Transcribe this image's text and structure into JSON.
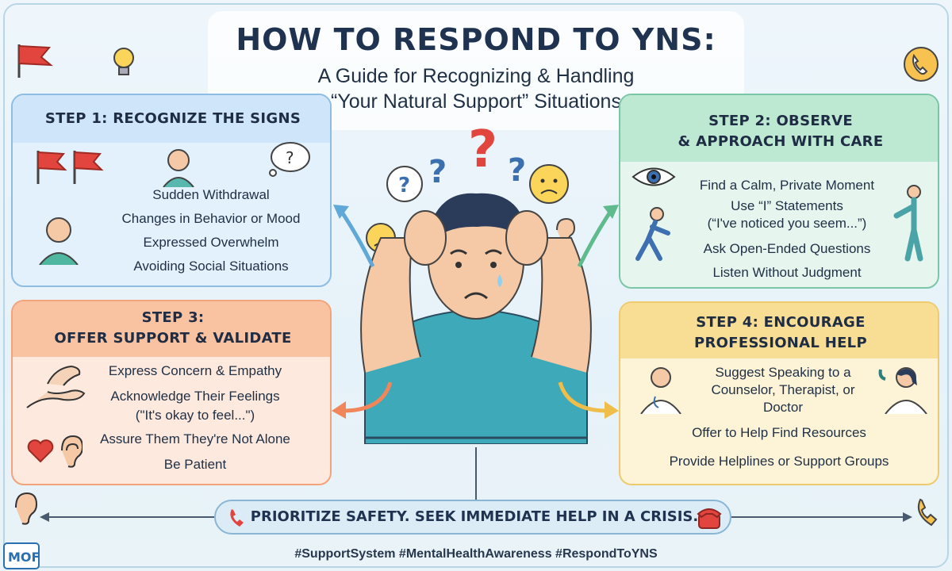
{
  "header": {
    "title": "HOW TO RESPOND TO YNS:",
    "subtitle_line1": "A Guide for Recognizing & Handling",
    "subtitle_line2": "“Your Natural Support” Situations"
  },
  "steps": [
    {
      "heading": "STEP 1: RECOGNIZE THE SIGNS",
      "items": [
        "Sudden Withdrawal",
        "Changes in Behavior or Mood",
        "Expressed Overwhelm",
        "Avoiding Social Situations"
      ]
    },
    {
      "heading_line1": "STEP 2: OBSERVE",
      "heading_line2": "& APPROACH WITH CARE",
      "items": [
        "Find a Calm, Private Moment",
        "Use “I” Statements",
        "(“I've noticed you seem...”)",
        "Ask Open-Ended Questions",
        "Listen Without Judgment"
      ]
    },
    {
      "heading_line1": "STEP 3:",
      "heading_line2": "OFFER SUPPORT & VALIDATE",
      "items": [
        "Express Concern & Empathy",
        "Acknowledge Their Feelings",
        "(\"It's okay to feel...\")",
        "Assure Them They're Not Alone",
        "Be Patient"
      ]
    },
    {
      "heading_line1": "STEP 4: ENCOURAGE",
      "heading_line2": "PROFESSIONAL HELP",
      "items": [
        "Suggest Speaking to a",
        "Counselor, Therapist, or",
        "Doctor",
        "Offer to Help Find Resources",
        "Provide Helplines or Support Groups"
      ]
    }
  ],
  "banner": {
    "text": "PRIORITIZE SAFETY. SEEK IMMEDIATE HELP IN A CRISIS."
  },
  "footer": {
    "hashtags": "#SupportSystem #MentalHealthAwareness #RespondToYNS",
    "logo_text": "MOF"
  },
  "colors": {
    "step1": "#cfe6fa",
    "step2": "#bde8d2",
    "step3": "#f9c2a1",
    "step4": "#f8dd94",
    "title": "#1f3350",
    "accent_red": "#e2453e"
  },
  "icons": [
    "flag-icon",
    "lightbulb-icon",
    "phone-icon",
    "eye-icon",
    "hands-icon",
    "heart-icon",
    "ear-icon",
    "doctor-icon",
    "question-icon",
    "worried-face-icon"
  ]
}
